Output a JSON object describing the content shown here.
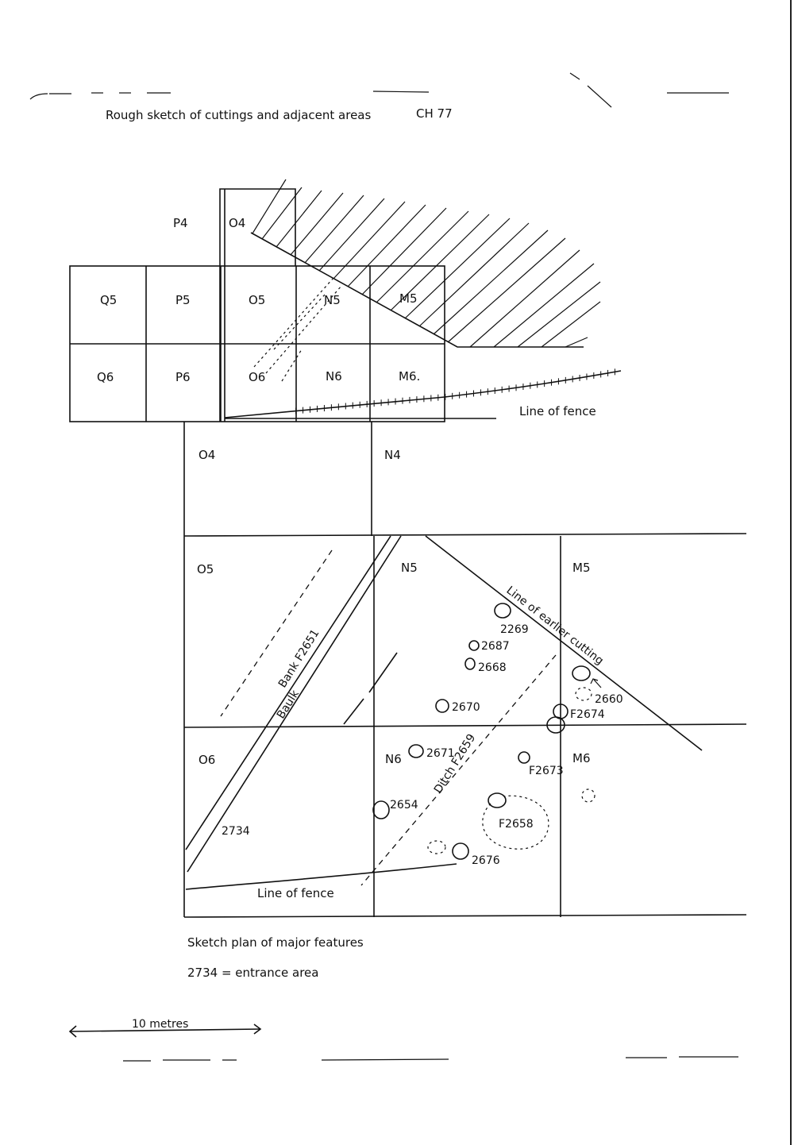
{
  "header": {
    "title": "Rough sketch of cuttings and adjacent areas",
    "code": "CH 77"
  },
  "upper_plan": {
    "squares": {
      "p4": "P4",
      "o4": "O4",
      "q5": "Q5",
      "p5": "P5",
      "o5": "O5",
      "n5": "N5",
      "m5": "M5",
      "q6": "Q6",
      "p6": "P6",
      "o6": "O6",
      "n6": "N6",
      "m6": "M6."
    },
    "fence_label": "Line of fence"
  },
  "lower_plan": {
    "squares": {
      "o4": "O4",
      "n4": "N4",
      "o5": "O5",
      "n5": "N5",
      "m5": "M5",
      "o6": "O6",
      "n6": "N6",
      "m6": "M6"
    },
    "labels": {
      "bank": "Bank F2651",
      "baulk": "Baulk",
      "ditch": "Ditch F2659",
      "earlier_cutting": "Line of earlier cutting",
      "fence": "Line of fence",
      "entrance": "2734"
    },
    "features": {
      "f2269": "2269",
      "f2687": "2687",
      "f2668": "2668",
      "f2670": "2670",
      "f2671": "2671",
      "f2654": "2654",
      "f2676": "2676",
      "f2660": "2660",
      "f2674": "F2674",
      "f2673": "F2673",
      "f2658": "F2658"
    }
  },
  "captions": {
    "caption1": "Sketch plan of major features",
    "caption2": "2734 = entrance area"
  },
  "scale": {
    "label": "10 metres"
  }
}
